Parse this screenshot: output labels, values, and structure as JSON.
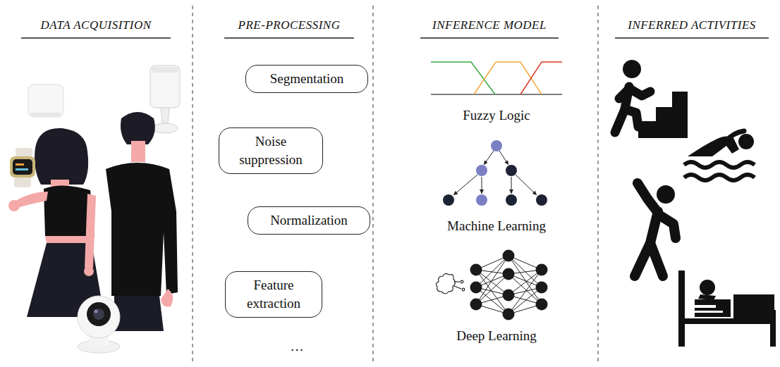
{
  "diagram": {
    "nodes": [
      {
        "text": [
          "Segmentation"
        ]
      },
      {
        "text": [
          "Noise suppression"
        ]
      },
      {
        "text": [
          "Normalization"
        ]
      },
      {
        "text": [
          "Feature extraction"
        ]
      }
    ],
    "labels": [
      "DATA ACQUISITION",
      "PRE-PROCESSING",
      "INFERENCE MODEL",
      "INFERRED ACTIVITIES",
      "…",
      "Fuzzy Logic",
      "Machine Learning",
      "Deep Learning"
    ]
  }
}
